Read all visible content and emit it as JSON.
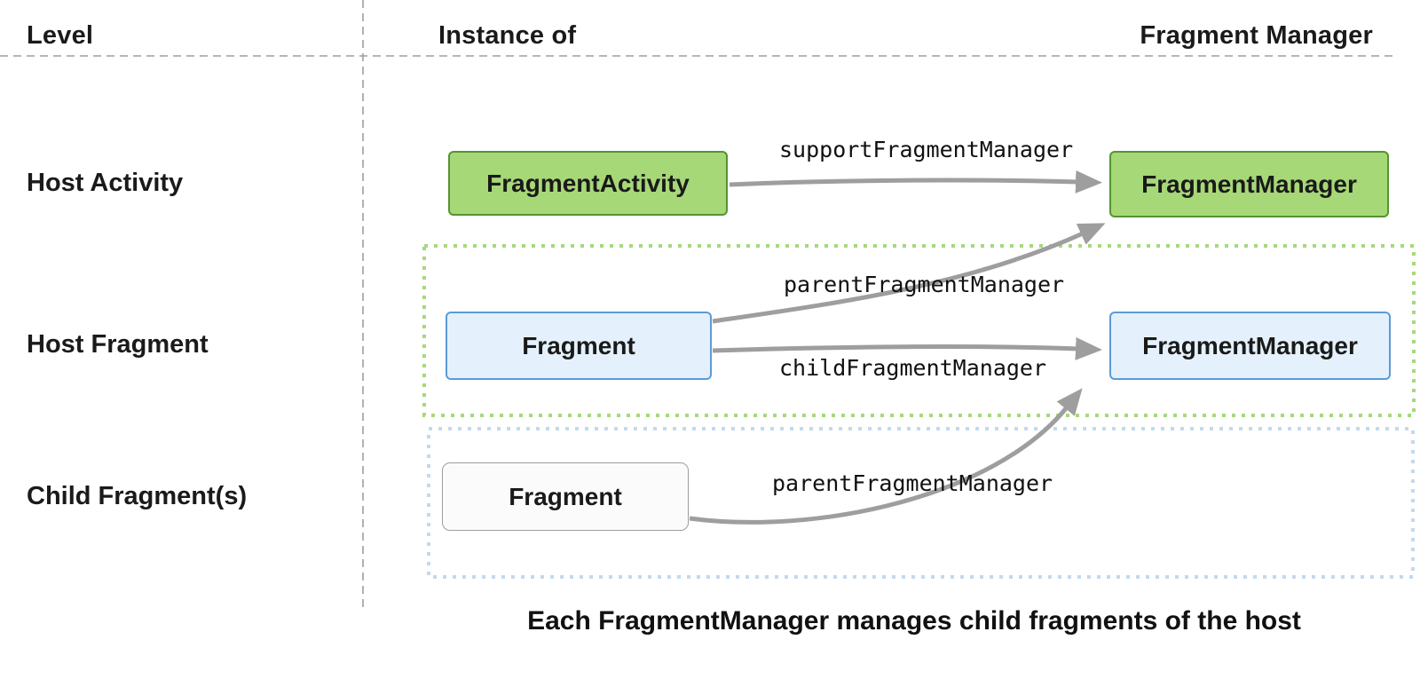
{
  "header": {
    "level": "Level",
    "instance_of": "Instance of",
    "fragment_manager": "Fragment Manager"
  },
  "rows": [
    {
      "label": "Host Activity"
    },
    {
      "label": "Host Fragment"
    },
    {
      "label": "Child Fragment(s)"
    }
  ],
  "boxes": {
    "fragment_activity": "FragmentActivity",
    "activity_fragment_manager": "FragmentManager",
    "host_fragment": "Fragment",
    "host_fragment_manager": "FragmentManager",
    "child_fragment": "Fragment"
  },
  "arrows": {
    "support_fragment_manager": "supportFragmentManager",
    "parent_fragment_manager_host": "parentFragmentManager",
    "child_fragment_manager": "childFragmentManager",
    "parent_fragment_manager_child": "parentFragmentManager"
  },
  "caption": "Each FragmentManager manages child fragments of the host",
  "colors": {
    "node_green_fill": "#a7d877",
    "node_green_border": "#55942f",
    "node_blue_fill": "#e4f1fc",
    "node_blue_border": "#5b9bd5",
    "node_plain_fill": "#fbfbfb",
    "node_plain_border": "#9e9e9e",
    "group_dotted_green": "#a5d97b",
    "group_dotted_blue": "#c3d9ee",
    "arrow_gray": "#9e9e9e",
    "separator_gray": "#9e9e9e"
  }
}
